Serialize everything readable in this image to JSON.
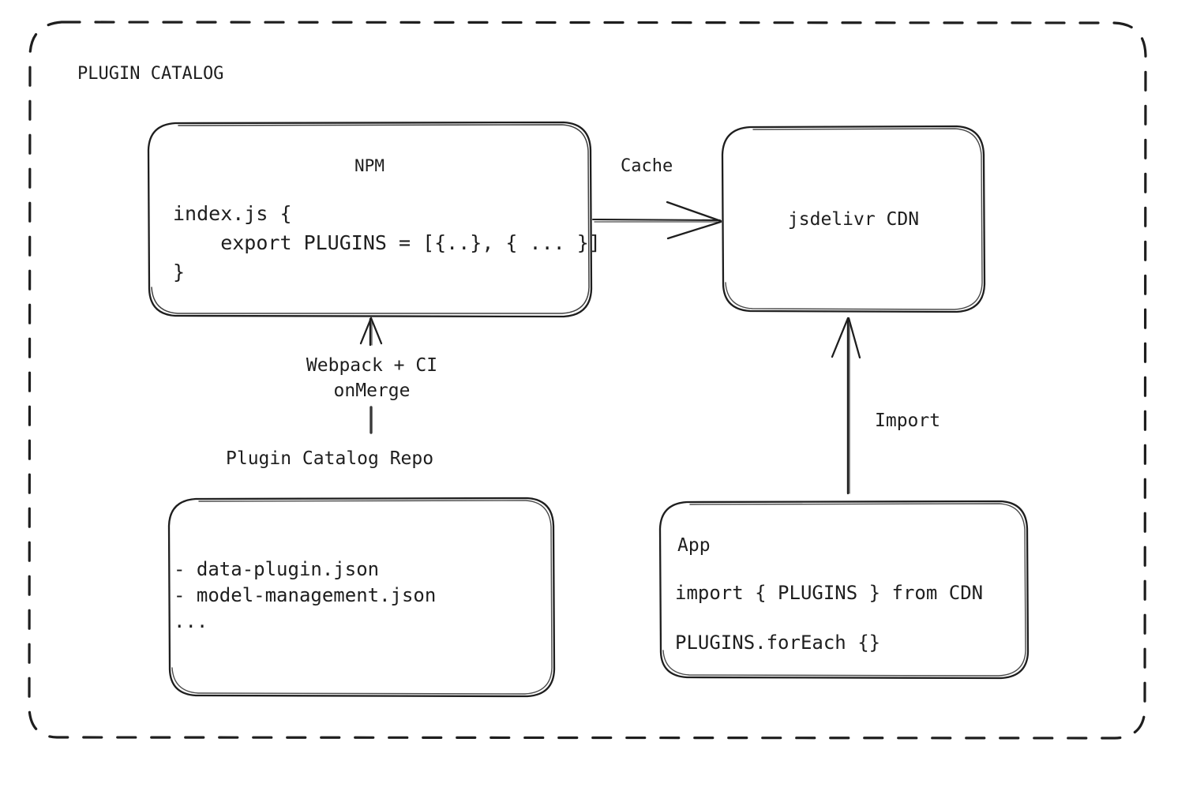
{
  "group": {
    "title": "PLUGIN CATALOG",
    "border_style": "dashed",
    "border_color": "#1e1e1e"
  },
  "stroke_color": "#1e1e1e",
  "background": "#ffffff",
  "nodes": {
    "npm": {
      "title": "NPM",
      "code": "index.js {\n    export PLUGINS = [{..}, { ... }]\n}"
    },
    "cdn": {
      "title": "jsdelivr CDN"
    },
    "repo": {
      "caption": "Plugin Catalog Repo",
      "files": "- data-plugin.json\n- model-management.json\n..."
    },
    "app": {
      "title": "App",
      "line1": "import { PLUGINS } from CDN",
      "line2": "PLUGINS.forEach {}"
    }
  },
  "edges": {
    "cache": {
      "label": "Cache",
      "from": "npm",
      "to": "cdn",
      "direction": "right"
    },
    "build": {
      "label": "Webpack + CI\nonMerge",
      "from": "repo",
      "to": "npm",
      "direction": "up"
    },
    "import": {
      "label": "Import",
      "from": "app",
      "to": "cdn",
      "direction": "up"
    }
  }
}
